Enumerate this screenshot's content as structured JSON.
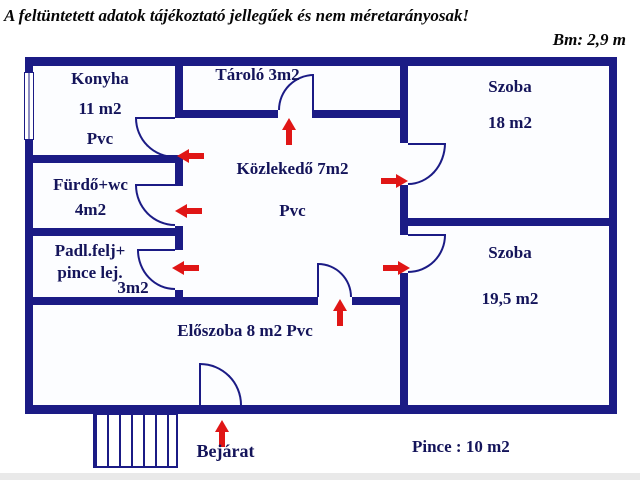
{
  "header": {
    "disclaimer": "A feltüntetett adatok tájékoztató jellegűek és nem méretarányosak!",
    "ceiling_height": "Bm: 2,9 m"
  },
  "rooms": {
    "konyha": {
      "name": "Konyha",
      "area": "11 m2",
      "floor": "Pvc"
    },
    "tarolo": {
      "label": "Tároló 3m2"
    },
    "szoba18": {
      "name": "Szoba",
      "area": "18 m2"
    },
    "furdo": {
      "name": "Fürdő+wc",
      "area": "4m2"
    },
    "kozlekedo": {
      "label": "Közlekedő 7m2",
      "floor": "Pvc"
    },
    "padlas": {
      "line1": "Padl.felj+",
      "line2": "pince lej.",
      "area": "3m2"
    },
    "szoba195": {
      "name": "Szoba",
      "area": "19,5 m2"
    },
    "eloszoba": {
      "label": "Előszoba 8 m2 Pvc"
    }
  },
  "footer": {
    "entrance": "Bejárat",
    "cellar": "Pince : 10 m2"
  },
  "colors": {
    "wall": "#1b1b85",
    "arrow": "#e01616",
    "text": "#14145a"
  }
}
